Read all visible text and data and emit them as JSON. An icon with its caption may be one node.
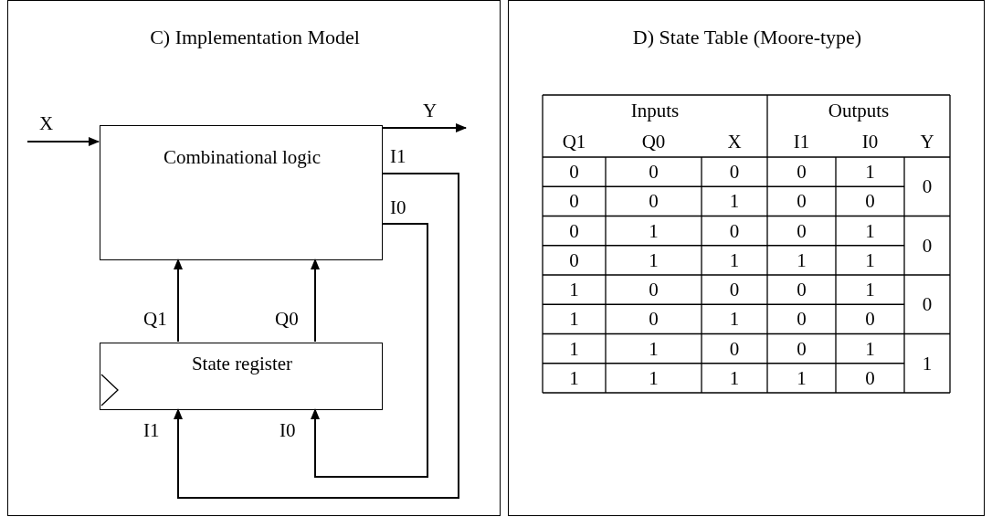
{
  "diagram": {
    "nodes": [
      {
        "text": [
          "C) Implementation Model"
        ]
      },
      {
        "text": [
          "Combinational logic"
        ],
        "in": 0
      },
      {
        "text": [
          "State register"
        ],
        "in": 0
      },
      {
        "text": [
          "D) State Table (Moore-type)"
        ]
      }
    ],
    "edges": [
      {
        "from": null,
        "to": 1,
        "arrow": "to",
        "label": "X"
      },
      {
        "from": 1,
        "to": null,
        "arrow": "to",
        "label": "Y"
      },
      {
        "from": 1,
        "to": 2,
        "arrow": "to",
        "label": "I1"
      },
      {
        "from": 1,
        "to": 2,
        "arrow": "to",
        "label": "I0"
      },
      {
        "from": 2,
        "to": 1,
        "arrow": "to",
        "label": "Q1"
      },
      {
        "from": 2,
        "to": 1,
        "arrow": "to",
        "label": "Q0"
      }
    ],
    "labels": [
      "I1",
      "I0",
      "Inputs",
      "Outputs",
      "Q1",
      "Q0",
      "X",
      "I1",
      "I0",
      "Y",
      "0",
      "0",
      "0",
      "0",
      "1",
      "0",
      "0",
      "0",
      "1",
      "0",
      "0",
      "0",
      "1",
      "0",
      "0",
      "1",
      "0",
      "0",
      "1",
      "1",
      "1",
      "1",
      "1",
      "0",
      "0",
      "0",
      "1",
      "0",
      "1",
      "0",
      "1",
      "0",
      "0",
      "1",
      "1",
      "0",
      "0",
      "1",
      "1",
      "1",
      "1",
      "1",
      "1",
      "0"
    ]
  }
}
